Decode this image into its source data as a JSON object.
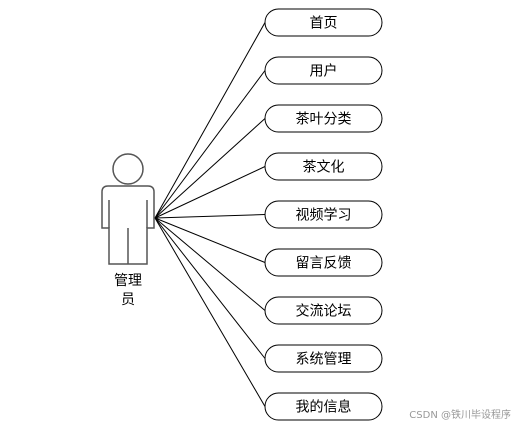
{
  "actor": {
    "name_line1": "管理",
    "name_line2": "员"
  },
  "use_cases": [
    "首页",
    "用户",
    "茶叶分类",
    "茶文化",
    "视频学习",
    "留言反馈",
    "交流论坛",
    "系统管理",
    "我的信息"
  ],
  "watermark": "CSDN @铁川毕设程序",
  "colors": {
    "line": "#000000",
    "actor_outline": "#555555",
    "watermark": "#999999"
  }
}
